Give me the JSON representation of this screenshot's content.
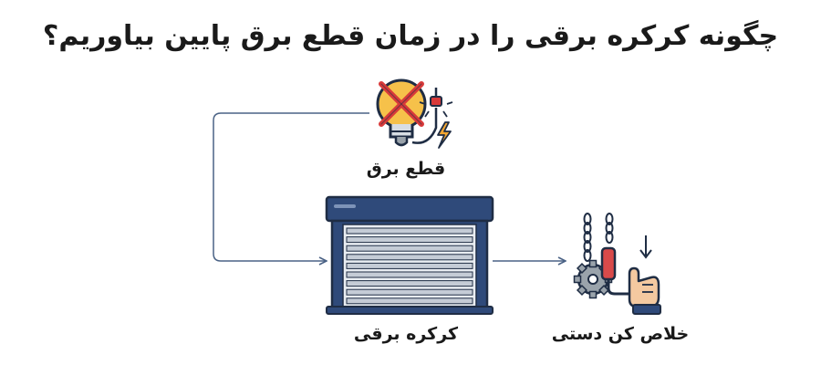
{
  "title": "چگونه کرکره برقی را در زمان قطع برق پایین بیاوریم؟",
  "nodes": {
    "power_outage": {
      "label": "قطع برق",
      "icon": "crossed-bulb-icon"
    },
    "electric_shutter": {
      "label": "کرکره برقی",
      "icon": "roller-shutter-icon"
    },
    "manual_release": {
      "label": "خلاص کن دستی",
      "icon": "hand-crank-chain-icon"
    }
  },
  "colors": {
    "navy": "#2f4a7a",
    "bulb": "#f6c14a",
    "cross": "#d83a3a",
    "bolt": "#f2a632",
    "grey": "#9aa3ab",
    "skin": "#f4c9a0",
    "handle_red": "#d94a4a",
    "arrow": "#4a6285"
  }
}
